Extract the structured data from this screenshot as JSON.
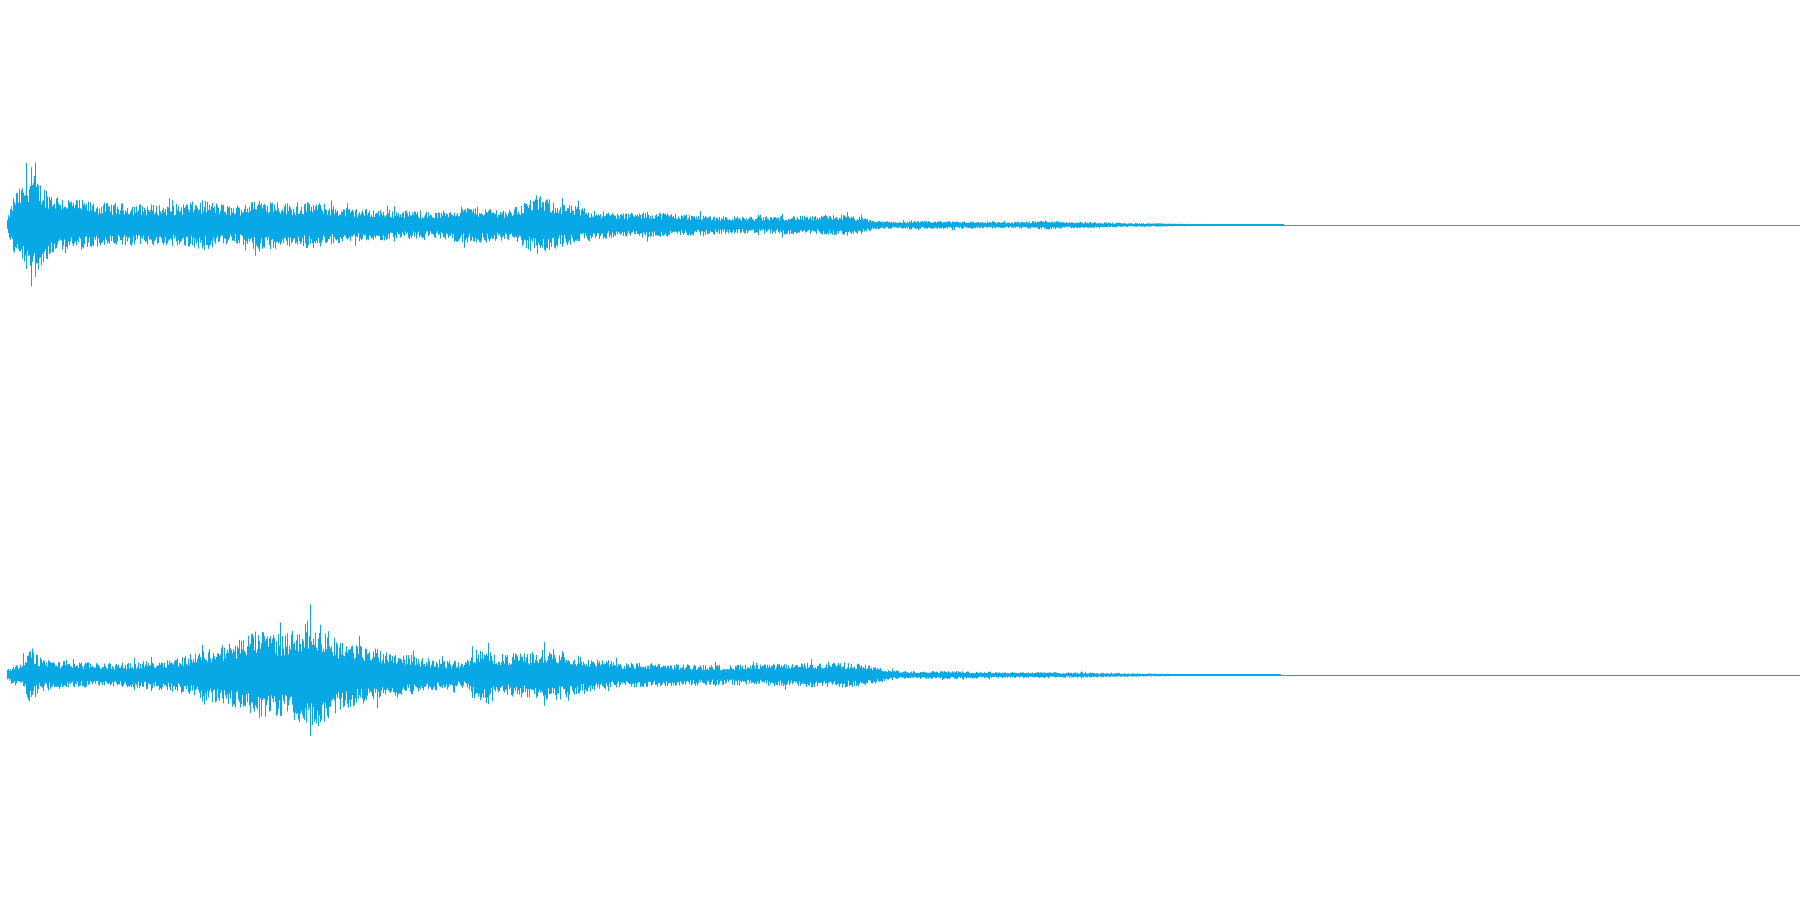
{
  "waveform": {
    "color": "#08a8e6",
    "background": "#ffffff",
    "channels": [
      {
        "name": "",
        "envelope_points": [
          [
            0.0,
            0.1
          ],
          [
            0.004,
            0.55
          ],
          [
            0.008,
            0.65
          ],
          [
            0.013,
            0.92
          ],
          [
            0.018,
            0.72
          ],
          [
            0.025,
            0.55
          ],
          [
            0.035,
            0.45
          ],
          [
            0.05,
            0.38
          ],
          [
            0.07,
            0.36
          ],
          [
            0.09,
            0.34
          ],
          [
            0.11,
            0.42
          ],
          [
            0.125,
            0.32
          ],
          [
            0.145,
            0.45
          ],
          [
            0.16,
            0.35
          ],
          [
            0.17,
            0.4
          ],
          [
            0.19,
            0.28
          ],
          [
            0.215,
            0.26
          ],
          [
            0.24,
            0.22
          ],
          [
            0.255,
            0.32
          ],
          [
            0.265,
            0.3
          ],
          [
            0.28,
            0.26
          ],
          [
            0.295,
            0.5
          ],
          [
            0.31,
            0.36
          ],
          [
            0.33,
            0.24
          ],
          [
            0.345,
            0.2
          ],
          [
            0.365,
            0.22
          ],
          [
            0.38,
            0.18
          ],
          [
            0.395,
            0.16
          ],
          [
            0.415,
            0.14
          ],
          [
            0.435,
            0.16
          ],
          [
            0.45,
            0.15
          ],
          [
            0.465,
            0.18
          ],
          [
            0.475,
            0.14
          ],
          [
            0.485,
            0.07
          ],
          [
            0.5,
            0.06
          ],
          [
            0.52,
            0.07
          ],
          [
            0.54,
            0.06
          ],
          [
            0.56,
            0.05
          ],
          [
            0.58,
            0.08
          ],
          [
            0.59,
            0.06
          ],
          [
            0.61,
            0.05
          ],
          [
            0.625,
            0.035
          ],
          [
            0.64,
            0.03
          ],
          [
            0.66,
            0.02
          ],
          [
            0.68,
            0.015
          ],
          [
            0.69,
            0.008
          ],
          [
            0.7,
            0.005
          ],
          [
            0.72,
            0.0
          ],
          [
            1.0,
            0.0
          ]
        ]
      },
      {
        "name": "",
        "envelope_points": [
          [
            0.0,
            0.1
          ],
          [
            0.004,
            0.18
          ],
          [
            0.008,
            0.22
          ],
          [
            0.013,
            0.48
          ],
          [
            0.018,
            0.3
          ],
          [
            0.025,
            0.25
          ],
          [
            0.04,
            0.22
          ],
          [
            0.06,
            0.2
          ],
          [
            0.08,
            0.24
          ],
          [
            0.095,
            0.3
          ],
          [
            0.11,
            0.42
          ],
          [
            0.125,
            0.55
          ],
          [
            0.14,
            0.75
          ],
          [
            0.155,
            0.7
          ],
          [
            0.17,
            0.95
          ],
          [
            0.185,
            0.6
          ],
          [
            0.2,
            0.48
          ],
          [
            0.215,
            0.4
          ],
          [
            0.235,
            0.28
          ],
          [
            0.255,
            0.22
          ],
          [
            0.262,
            0.45
          ],
          [
            0.275,
            0.35
          ],
          [
            0.29,
            0.38
          ],
          [
            0.305,
            0.45
          ],
          [
            0.32,
            0.3
          ],
          [
            0.34,
            0.22
          ],
          [
            0.36,
            0.2
          ],
          [
            0.38,
            0.18
          ],
          [
            0.4,
            0.17
          ],
          [
            0.42,
            0.18
          ],
          [
            0.44,
            0.2
          ],
          [
            0.465,
            0.22
          ],
          [
            0.48,
            0.18
          ],
          [
            0.49,
            0.09
          ],
          [
            0.5,
            0.07
          ],
          [
            0.52,
            0.07
          ],
          [
            0.54,
            0.06
          ],
          [
            0.56,
            0.05
          ],
          [
            0.58,
            0.05
          ],
          [
            0.6,
            0.045
          ],
          [
            0.62,
            0.035
          ],
          [
            0.64,
            0.025
          ],
          [
            0.66,
            0.015
          ],
          [
            0.68,
            0.008
          ],
          [
            0.7,
            0.004
          ],
          [
            0.72,
            0.0
          ],
          [
            1.0,
            0.0
          ]
        ]
      }
    ]
  }
}
